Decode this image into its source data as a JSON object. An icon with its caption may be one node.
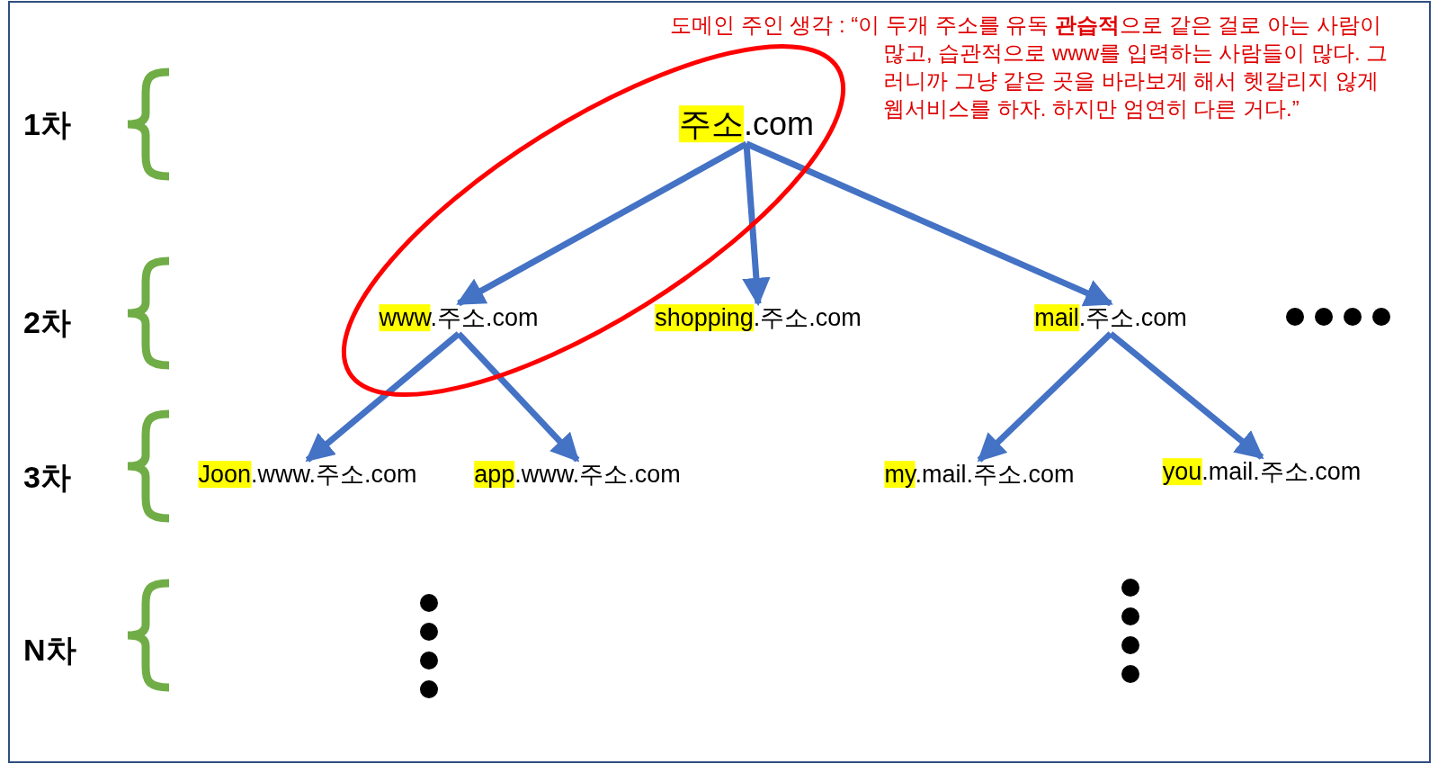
{
  "diagram": {
    "nodes": [
      {
        "text": [
          "주소.com"
        ]
      },
      {
        "text": [
          "www.주소.com"
        ]
      },
      {
        "text": [
          "shopping.주소.com"
        ]
      },
      {
        "text": [
          "mail.주소.com"
        ]
      },
      {
        "text": [
          "Joon.www.주소.com"
        ]
      },
      {
        "text": [
          "app.www.주소.com"
        ]
      },
      {
        "text": [
          "my.mail.주소.com"
        ]
      },
      {
        "text": [
          "you.mail.주소.com"
        ]
      }
    ],
    "edges": [
      {
        "from": 0,
        "to": 1,
        "arrow": "to"
      },
      {
        "from": 0,
        "to": 2,
        "arrow": "to"
      },
      {
        "from": 0,
        "to": 3,
        "arrow": "to"
      },
      {
        "from": 1,
        "to": 4,
        "arrow": "to"
      },
      {
        "from": 1,
        "to": 5,
        "arrow": "to"
      },
      {
        "from": 3,
        "to": 6,
        "arrow": "to"
      },
      {
        "from": 3,
        "to": 7,
        "arrow": "to"
      }
    ],
    "labels": [
      "도메인 주인 생각 : “이 두개 주소를 유독 **관습적**으로 같은 걸로 아는 사람이 많고, 습관적으로 www를 입력하는 사람들이 많다. 그러니까 그냥 같은 곳을 바라보게 해서 헷갈리지 않게 웹서비스를 하자. 하지만 엄연히 다른 거다.”",
      "1차",
      "2차",
      "3차",
      "N차"
    ]
  }
}
